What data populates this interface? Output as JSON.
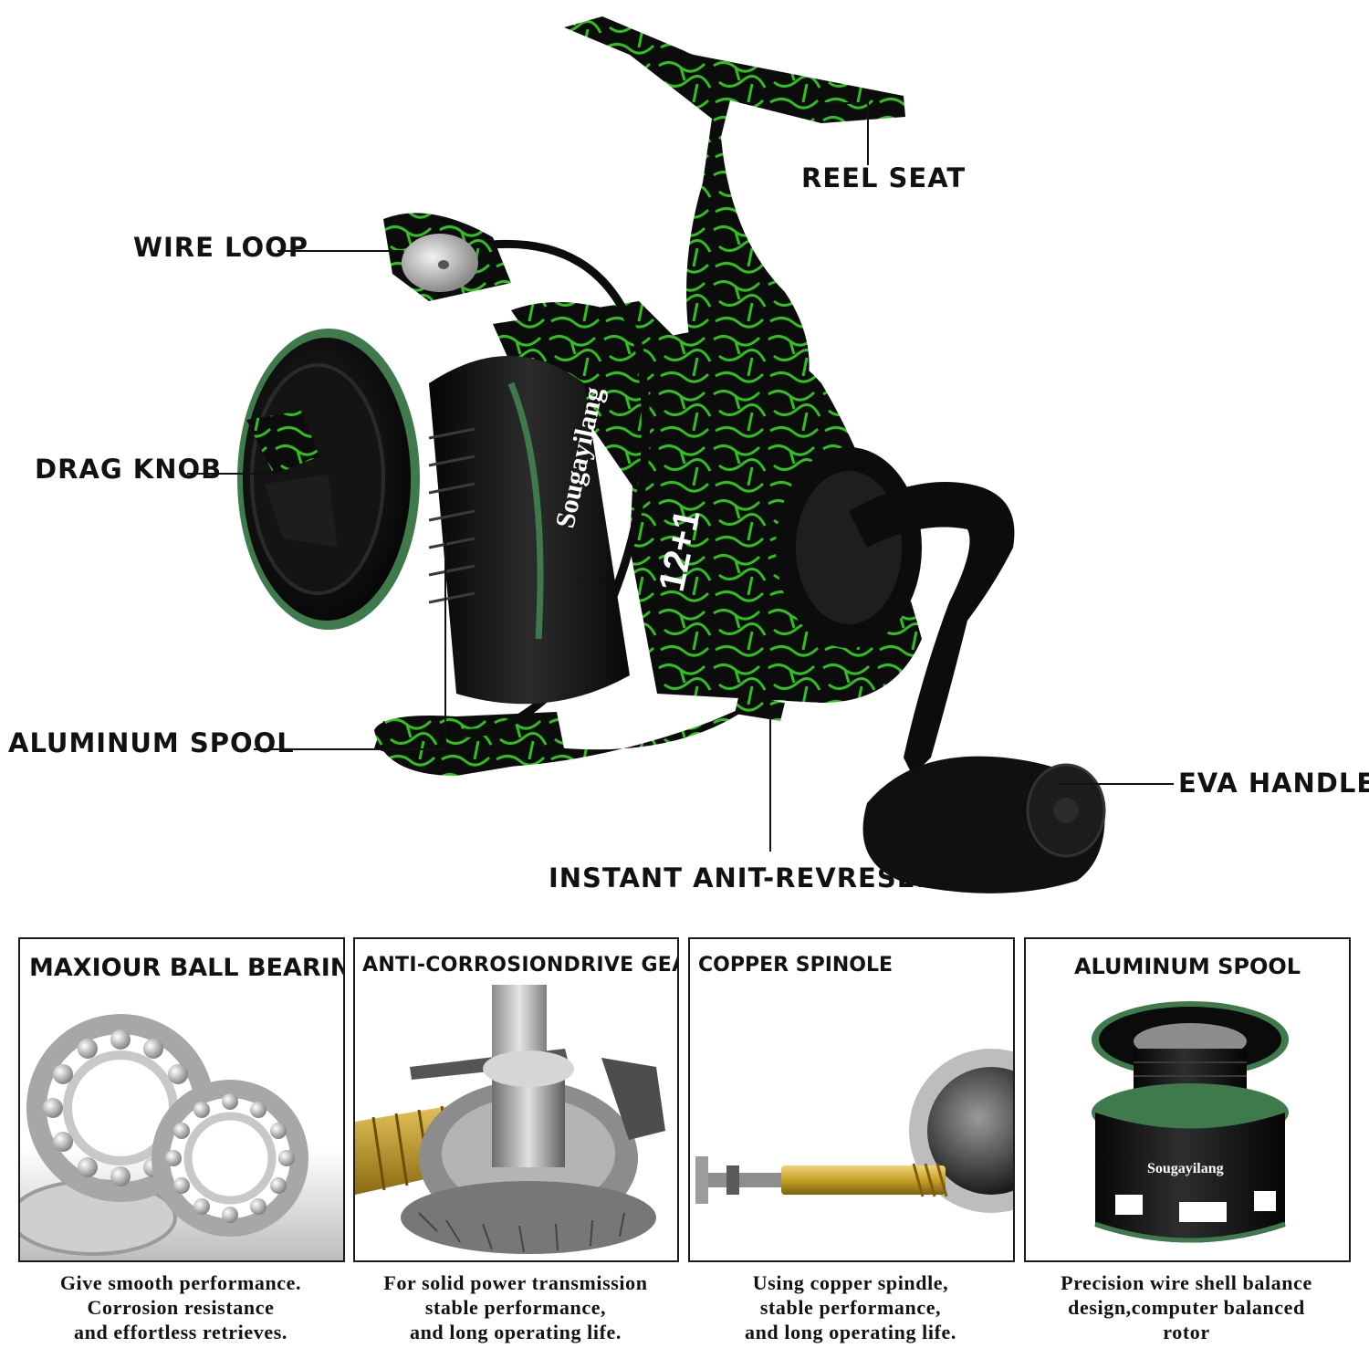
{
  "callouts": {
    "reel_seat": "REEL SEAT",
    "wire_loop": "WIRE LOOP",
    "drag_knob": "DRAG KNOB",
    "aluminum_spool": "ALUMINUM SPOOL",
    "eva_handle": "EVA HANDLE",
    "anti_reverse": "INSTANT ANIT-REVRESE."
  },
  "reel_markings": {
    "brand": "Sougayilang",
    "bearing_count": "12+1"
  },
  "features": [
    {
      "title": "MAXIOUR BALL BEARINGS",
      "caption": [
        "Give smooth performance.",
        "Corrosion resistance",
        "and effortless retrieves."
      ]
    },
    {
      "title": "ANTI-CORROSIONDRIVE GEAR",
      "caption": [
        "For solid power transmission",
        "stable performance,",
        "and long operating life."
      ]
    },
    {
      "title": "COPPER SPINOLE",
      "caption": [
        "Using copper spindle,",
        "stable performance,",
        "and long operating life."
      ]
    },
    {
      "title": "ALUMINUM SPOOL",
      "caption": [
        "Precision wire shell balance",
        "design,computer balanced",
        "rotor"
      ]
    }
  ],
  "colors": {
    "reel_green": "#2fbf1f",
    "reel_black": "#0c0c0c",
    "spool_ring": "#3f7a4c",
    "copper": "#c9a227"
  }
}
